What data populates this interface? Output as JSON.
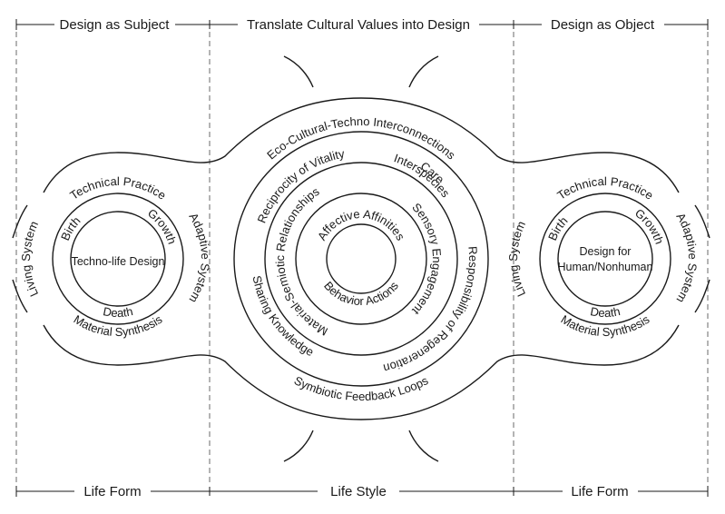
{
  "headers": {
    "top_left": "Design as Subject",
    "top_center": "Translate Cultural Values into Design",
    "top_right": "Design as Object",
    "bottom_left": "Life Form",
    "bottom_center": "Life Style",
    "bottom_right": "Life Form"
  },
  "left_cell": {
    "outer_ring": [
      "Technical Practice",
      "Adaptive System",
      "Material Synthesis",
      "Living System"
    ],
    "inner_ring": [
      "Birth",
      "Growth",
      "Death"
    ],
    "center": "Techno-life Design"
  },
  "center_cell": {
    "ring1": [
      "Eco-Cultural-Techno Interconnections",
      "Symbiotic Feedback Loops"
    ],
    "ring2": [
      "Reciprocity of Vitality",
      "Interspecies",
      "Care",
      "Responsibility of Regeneration",
      "Sharing Knowledge"
    ],
    "ring3": [
      "Material-Semiotic Relationships",
      "Sensory Engagement"
    ],
    "ring4": [
      "Affective Affinities",
      "Behavior Actions"
    ]
  },
  "right_cell": {
    "outer_ring": [
      "Technical Practice",
      "Adaptive System",
      "Material Synthesis",
      "Living System"
    ],
    "inner_ring": [
      "Birth",
      "Growth",
      "Death"
    ],
    "center_lines": [
      "Design for",
      "Human/Nonhuman"
    ]
  }
}
